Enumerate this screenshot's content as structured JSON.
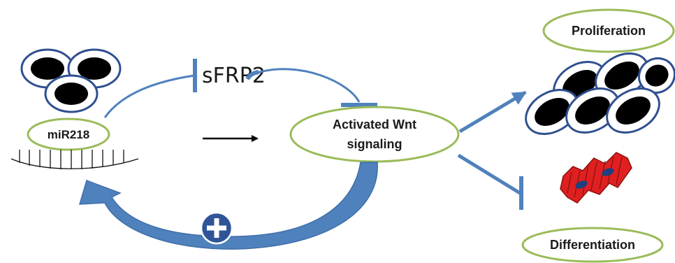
{
  "labels": {
    "mir218": "miR218",
    "sfrp2": "sFRP2",
    "wnt_line1": "Activated Wnt",
    "wnt_line2": "signaling",
    "proliferation": "Proliferation",
    "differentiation": "Differentiation"
  },
  "colors": {
    "oval_border": "#9bbb59",
    "arrow_blue": "#4f81bd",
    "arrow_blue_dark": "#2f5597",
    "cell_black": "#000000",
    "cell_fill": "#ffffff",
    "cell_border": "#2f4f8f",
    "cardio_red": "#e02020",
    "cardio_nucleus": "#1f3f7f"
  },
  "icons": {
    "plus": "plus-icon",
    "black_arrow": "right-arrow-icon"
  }
}
